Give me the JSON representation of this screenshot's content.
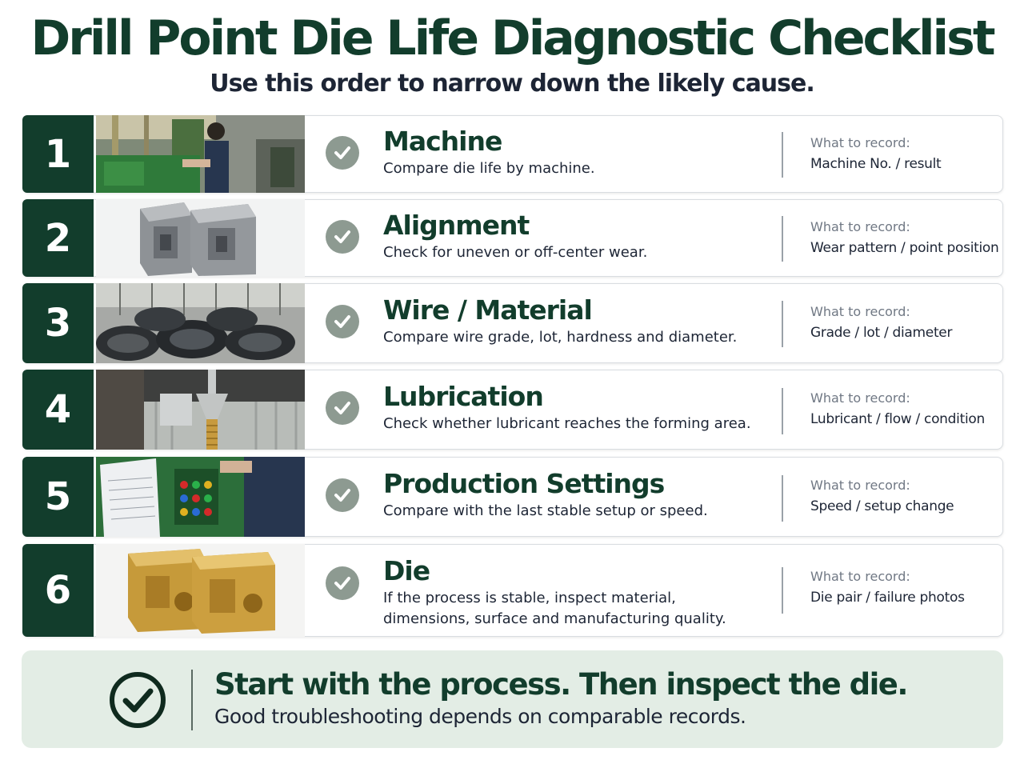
{
  "header": {
    "title": "Drill Point Die Life Diagnostic Checklist",
    "subtitle": "Use this order to narrow down the likely cause."
  },
  "steps": [
    {
      "number": "1",
      "title": "Machine",
      "description": [
        "Compare die life by machine."
      ],
      "record_label": "What to record:",
      "record_value": "Machine No. / result",
      "photo": "machine-operator-photo"
    },
    {
      "number": "2",
      "title": "Alignment",
      "description": [
        "Check for uneven or off-center wear."
      ],
      "record_label": "What to record:",
      "record_value": "Wear pattern / point position",
      "photo": "steel-die-pair-photo"
    },
    {
      "number": "3",
      "title": "Wire / Material",
      "description": [
        "Compare wire grade, lot, hardness and diameter."
      ],
      "record_label": "What to record:",
      "record_value": "Grade / lot / diameter",
      "photo": "wire-coils-photo"
    },
    {
      "number": "4",
      "title": "Lubrication",
      "description": [
        "Check whether lubricant reaches the forming area."
      ],
      "record_label": "What to record:",
      "record_value": "Lubricant / flow / condition",
      "photo": "lubricant-nozzle-photo"
    },
    {
      "number": "5",
      "title": "Production Settings",
      "description": [
        "Compare with the last stable setup or speed."
      ],
      "record_label": "What to record:",
      "record_value": "Speed / setup change",
      "photo": "control-panel-photo"
    },
    {
      "number": "6",
      "title": "Die",
      "description": [
        "If the process is stable, inspect material,",
        "dimensions, surface and manufacturing quality."
      ],
      "record_label": "What to record:",
      "record_value": "Die pair / failure photos",
      "photo": "brass-die-pair-photo"
    }
  ],
  "footer": {
    "icon": "check-circle-icon",
    "headline": "Start with the process. Then inspect the die.",
    "subline": "Good troubleshooting depends on comparable records."
  },
  "colors": {
    "primary_green": "#123d2c",
    "check_gray": "#8d9a91",
    "banner_bg": "#e3ede5"
  }
}
